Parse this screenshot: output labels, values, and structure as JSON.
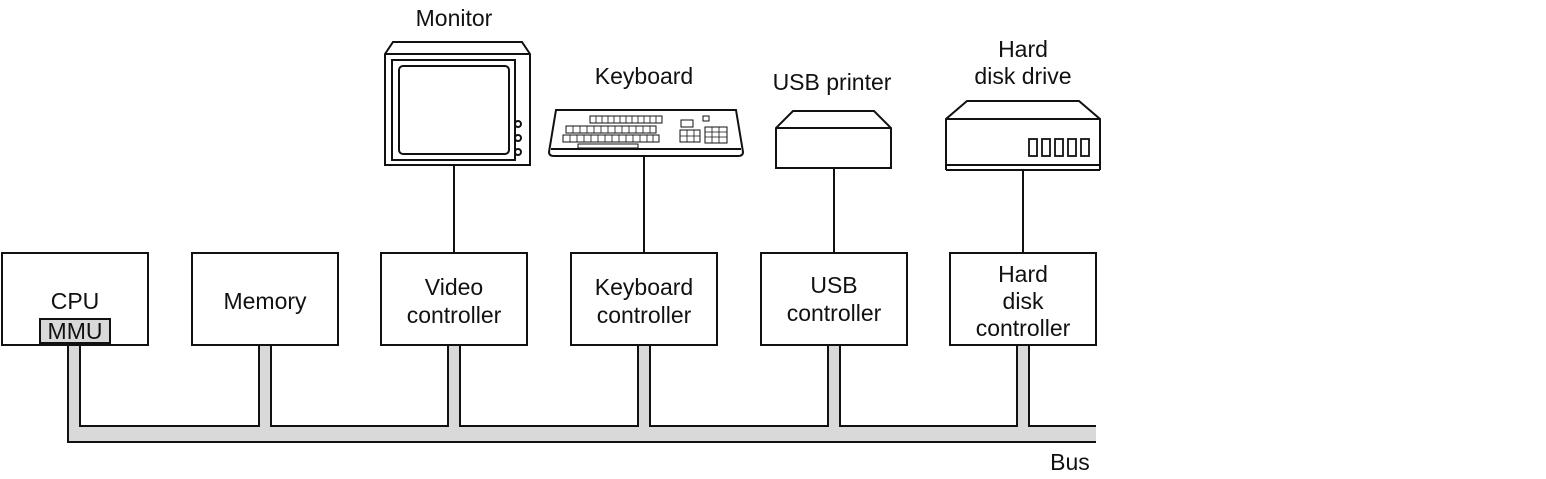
{
  "diagram": {
    "components": {
      "cpu": {
        "label": "CPU",
        "sub_label": "MMU"
      },
      "memory": {
        "label": "Memory"
      },
      "video_controller": {
        "line1": "Video",
        "line2": "controller"
      },
      "keyboard_controller": {
        "line1": "Keyboard",
        "line2": "controller"
      },
      "usb_controller": {
        "line1": "USB",
        "line2": "controller"
      },
      "disk_controller": {
        "line1": "Hard",
        "line2": "disk",
        "line3": "controller"
      }
    },
    "devices": {
      "monitor": {
        "label": "Monitor"
      },
      "keyboard": {
        "label": "Keyboard"
      },
      "printer": {
        "label": "USB printer"
      },
      "disk_drive": {
        "line1": "Hard",
        "line2": "disk drive"
      }
    },
    "bus_label": "Bus",
    "colors": {
      "bus_fill": "#d9d9d9",
      "mmu_fill": "#d9d9d9",
      "stroke": "#111111"
    }
  }
}
